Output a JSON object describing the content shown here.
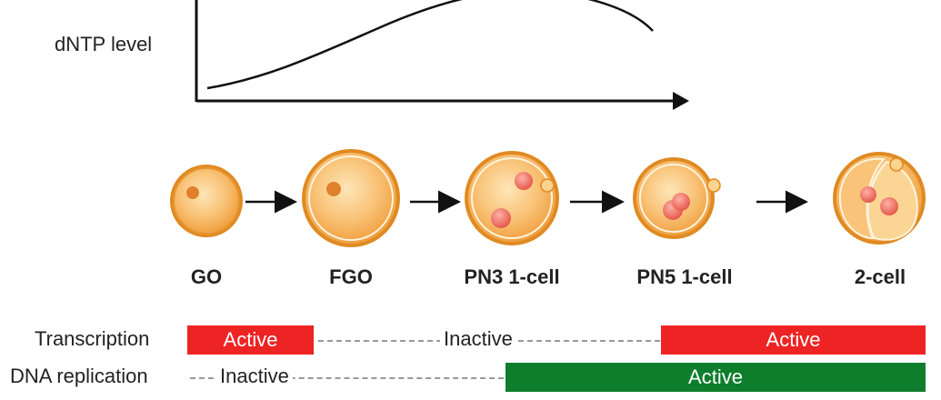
{
  "graph": {
    "ylabel": "dNTP level"
  },
  "stages": [
    {
      "label": "GO"
    },
    {
      "label": "FGO"
    },
    {
      "label": "PN3 1-cell"
    },
    {
      "label": "PN5 1-cell"
    },
    {
      "label": "2-cell"
    }
  ],
  "rows": {
    "transcription": {
      "label": "Transcription",
      "segments": [
        {
          "state": "Active"
        },
        {
          "state": "Inactive"
        },
        {
          "state": "Active"
        }
      ]
    },
    "replication": {
      "label": "DNA replication",
      "segments": [
        {
          "state": "Inactive"
        },
        {
          "state": "Active"
        }
      ]
    }
  },
  "colors": {
    "active_transcription": "#ee2323",
    "active_replication": "#0e7d2c",
    "cell_fill": "#f7b25a",
    "cell_outline": "#e08a22",
    "nucleus": "#e8685a"
  }
}
